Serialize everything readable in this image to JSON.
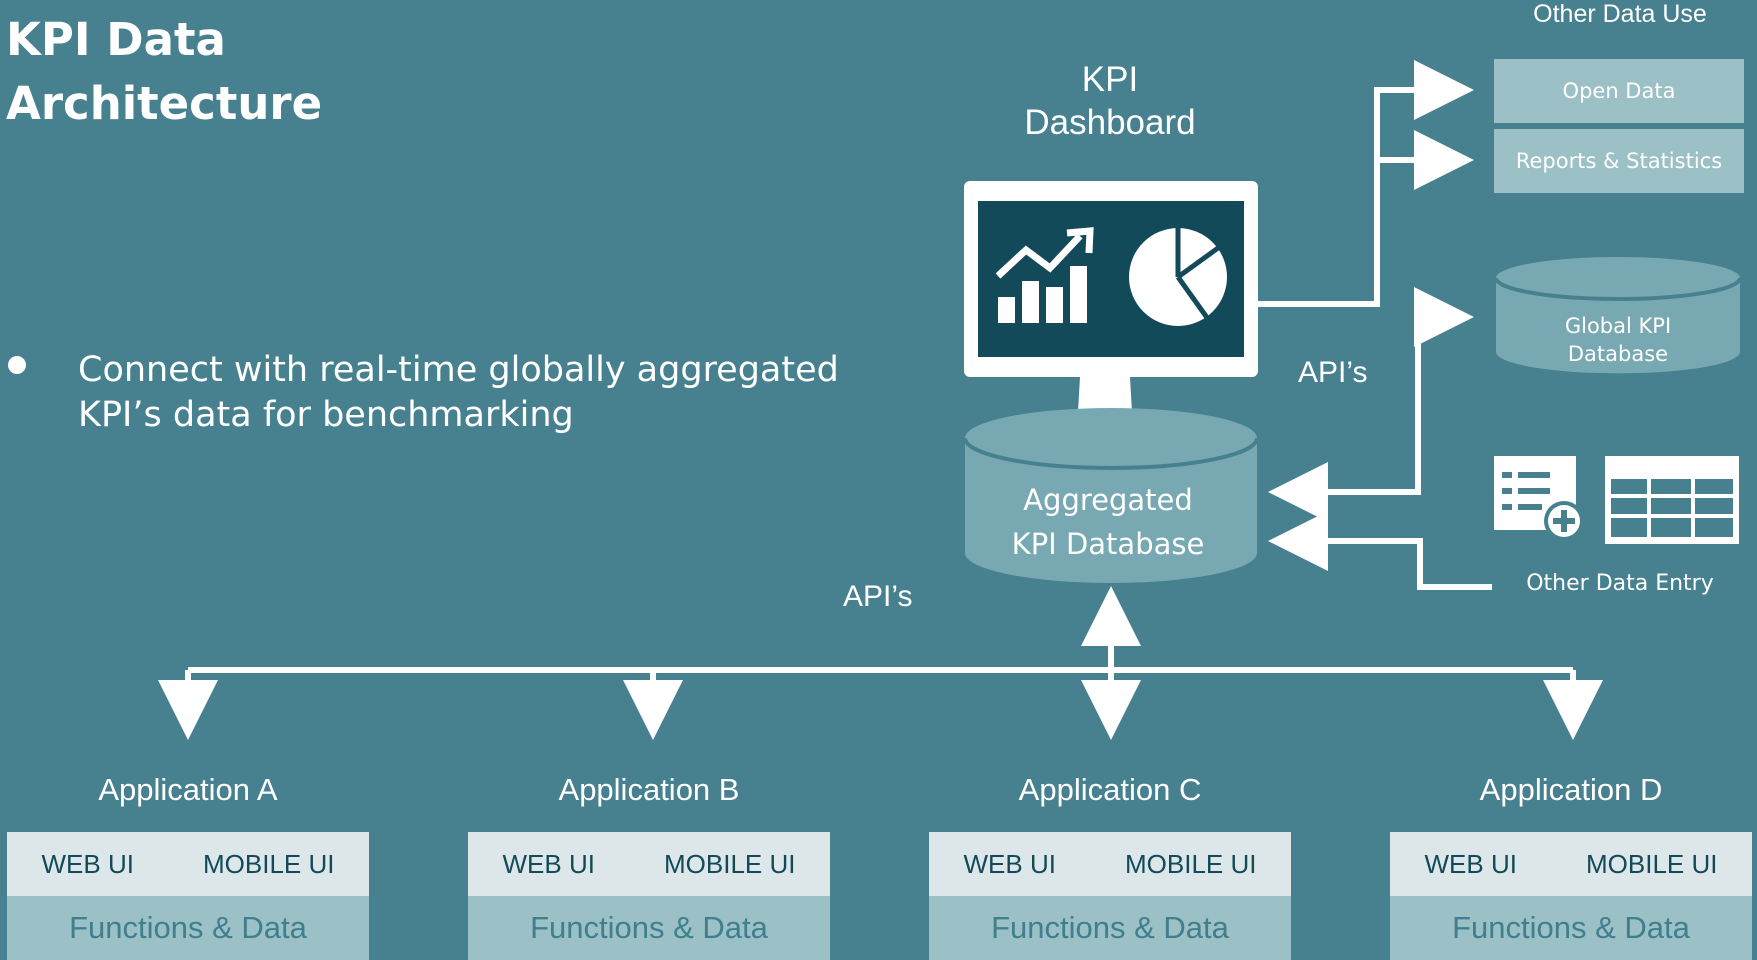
{
  "title": "KPI Data\nArchitecture",
  "bullet": "Connect with real-time globally aggregated KPI’s data for benchmarking",
  "dashboard_label": "KPI\nDashboard",
  "other_data_use": "Other Data Use",
  "open_data": "Open Data",
  "reports_statistics": "Reports & Statistics",
  "global_db": "Global KPI\nDatabase",
  "api_right": "API’s",
  "api_left": "API’s",
  "aggregated_db": "Aggregated\nKPI Database",
  "other_data_entry": "Other Data Entry",
  "applications": [
    {
      "name": "Application A",
      "web": "WEB UI",
      "mobile": "MOBILE UI",
      "functions": "Functions & Data"
    },
    {
      "name": "Application B",
      "web": "WEB UI",
      "mobile": "MOBILE UI",
      "functions": "Functions & Data"
    },
    {
      "name": "Application C",
      "web": "WEB UI",
      "mobile": "MOBILE UI",
      "functions": "Functions & Data"
    },
    {
      "name": "Application D",
      "web": "WEB UI",
      "mobile": "MOBILE UI",
      "functions": "Functions & Data"
    }
  ],
  "colors": {
    "background": "#47818f",
    "light_box": "#9bc0c6",
    "pale_box": "#dde7ea",
    "screen": "#134a59",
    "database": "#78a9b3"
  },
  "icons": [
    "line-bar-chart-icon",
    "pie-chart-icon",
    "form-add-icon",
    "table-icon",
    "monitor-icon"
  ]
}
